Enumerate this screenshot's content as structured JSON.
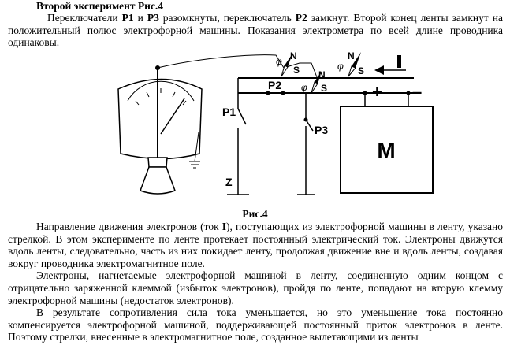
{
  "heading": "Второй  эксперимент Рис.4",
  "intro": {
    "t1": "Переключатели ",
    "p1": "Р1",
    "t2": " и ",
    "p3": "Р3",
    "t3": " разомкнуты,  переключатель  ",
    "p2": "Р2",
    "t4": " замкнут. Второй конец ленты замкнут на положительный полюс электрофорной машины. Показания электрометра по всей длине проводника одинаковы."
  },
  "figure": {
    "labels": {
      "p1": "Р1",
      "p2": "Р2",
      "p3": "Р3",
      "z": "Z",
      "m": "М",
      "plus": "+",
      "minus": "–",
      "current": "I",
      "n": "N",
      "s": "S",
      "phi": "φ"
    }
  },
  "caption": "Рис.4",
  "body": {
    "para1_a": "Направление движения электронов (ток ",
    "para1_i": "I",
    "para1_b": "), поступающих из электрофорной машины в ленту, указано стрелкой. В этом эксперименте по ленте  протекает постоянный электрический ток. Электроны  движутся вдоль ленты, следовательно, часть из них покидает ленту, продолжая движение вне и вдоль  ленты, создавая вокруг проводника электромагнитное поле.",
    "para2": "Электроны, нагнетаемые электрофорной машиной в ленту, соединенную одним концом с отрицательно заряженной клеммой (избыток электронов), пройдя по ленте, попадают на вторую клемму электрофорной машины (недостаток электронов).",
    "para3": "В результате сопротивления сила тока уменьшается, но это уменьшение тока постоянно компенсируется электрофорной машиной, поддерживающей постоянный приток электронов  в ленте. Поэтому стрелки, внесенные в электромагнитное поле, созданное вылетающими из ленты"
  }
}
